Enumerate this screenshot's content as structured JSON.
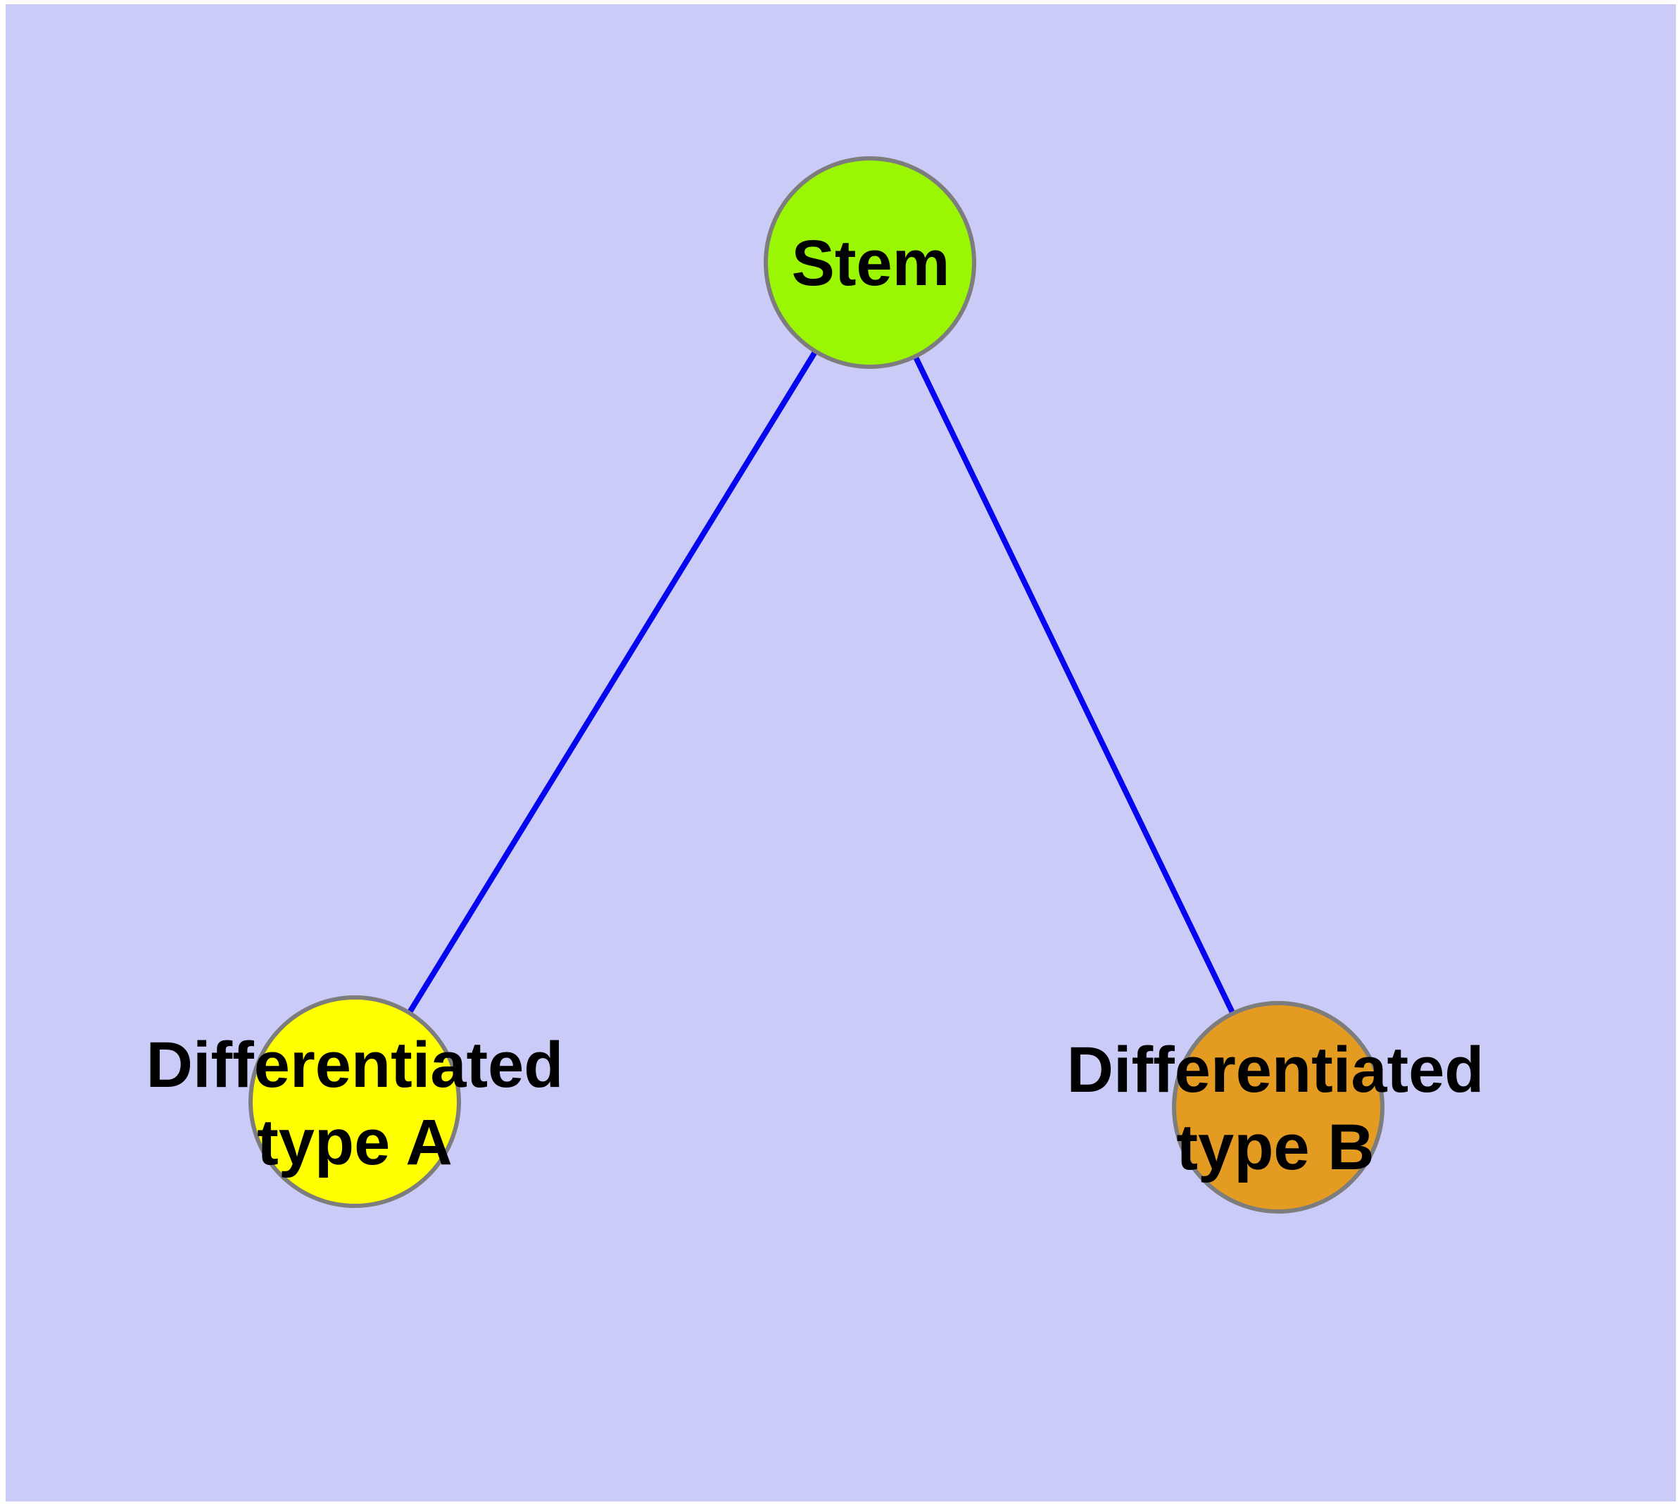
{
  "diagram": {
    "type": "node-link-graph",
    "background_color": "#CBCBF7",
    "frame_color": "#FFFFFF",
    "edge_color": "#0505F0",
    "node_border_color": "#7D7D7D",
    "label_color": "#000000",
    "nodes": [
      {
        "id": "stem",
        "lines": [
          "Stem"
        ],
        "label": "Stem",
        "fill": "#9BF604"
      },
      {
        "id": "diff-a",
        "lines": [
          "Differentiated",
          "type A"
        ],
        "label": "Differentiated type A",
        "fill": "#FFFF00"
      },
      {
        "id": "diff-b",
        "lines": [
          "Differentiated",
          "type B"
        ],
        "label": "Differentiated type B",
        "fill": "#E49B22"
      }
    ],
    "edges": [
      {
        "from": "Stem",
        "to": "Differentiated type A"
      },
      {
        "from": "Stem",
        "to": "Differentiated type B"
      }
    ]
  }
}
